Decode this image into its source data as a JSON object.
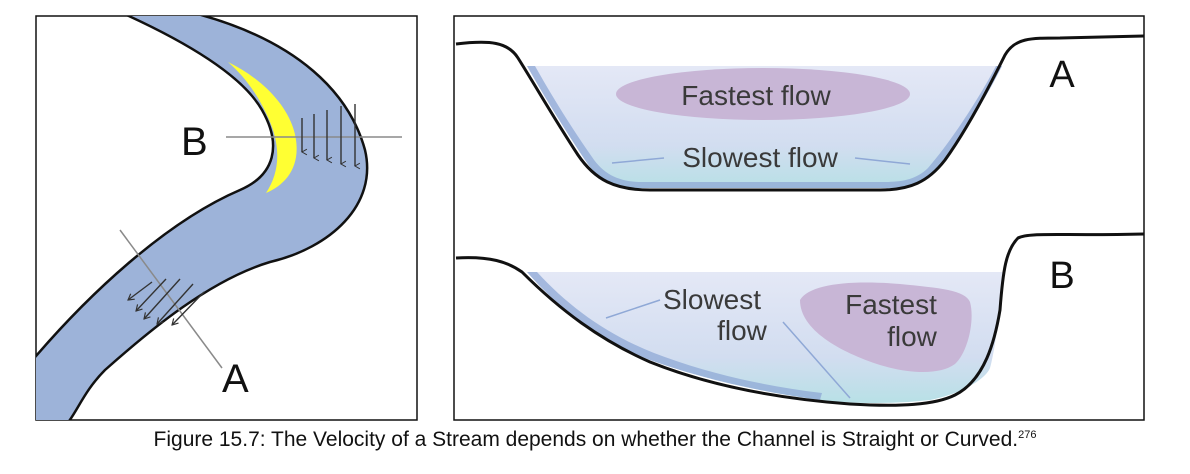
{
  "left_panel": {
    "label_a": "A",
    "label_b": "B"
  },
  "right_top": {
    "section_label": "A",
    "fastest_label": "Fastest flow",
    "slowest_label": "Slowest flow"
  },
  "right_bottom": {
    "section_label": "B",
    "slowest_label_line1": "Slowest",
    "slowest_label_line2": "flow",
    "fastest_label_line1": "Fastest",
    "fastest_label_line2": "flow"
  },
  "caption": {
    "text": "Figure 15.7: The Velocity of a Stream depends on whether the Channel is Straight or Curved.",
    "footnote": "276"
  },
  "colors": {
    "channel": "#9db3d9",
    "water": "#d9e0f3",
    "water_bottom": "#b8dde6",
    "fast_zone": "#c8b6d6",
    "sand_bar": "#ffff33",
    "outline": "#111111"
  }
}
